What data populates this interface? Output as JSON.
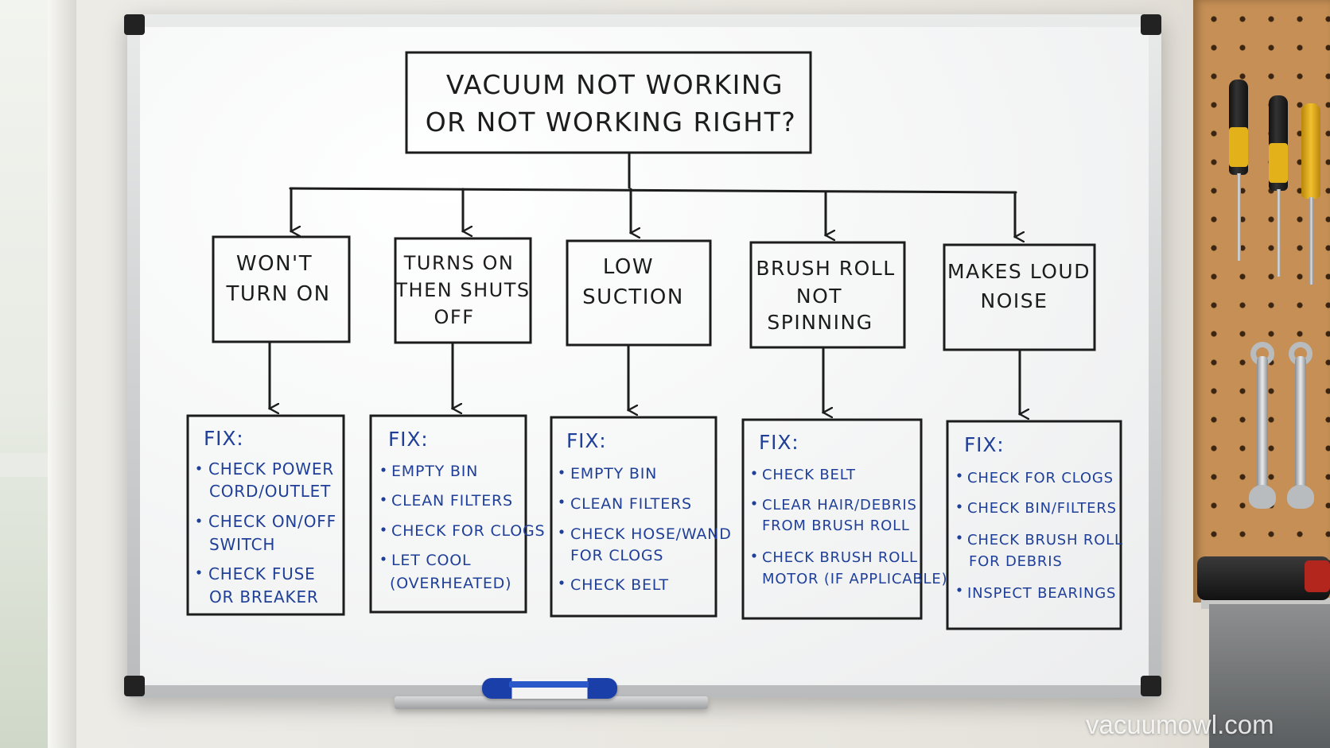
{
  "question": {
    "lines": [
      "VACUUM NOT WORKING",
      "OR NOT WORKING RIGHT?"
    ]
  },
  "categories": [
    {
      "title_lines": [
        "WON'T",
        "TURN ON"
      ],
      "fix_label": "FIX:",
      "fixes": [
        [
          "CHECK POWER",
          "CORD/OUTLET"
        ],
        [
          "CHECK ON/OFF",
          "SWITCH"
        ],
        [
          "CHECK FUSE",
          "OR BREAKER"
        ]
      ]
    },
    {
      "title_lines": [
        "TURNS ON",
        "THEN SHUTS",
        "OFF"
      ],
      "fix_label": "FIX:",
      "fixes": [
        [
          "EMPTY BIN"
        ],
        [
          "CLEAN FILTERS"
        ],
        [
          "CHECK FOR CLOGS"
        ],
        [
          "LET COOL",
          "(OVERHEATED)"
        ]
      ]
    },
    {
      "title_lines": [
        "LOW",
        "SUCTION"
      ],
      "fix_label": "FIX:",
      "fixes": [
        [
          "EMPTY BIN"
        ],
        [
          "CLEAN FILTERS"
        ],
        [
          "CHECK HOSE/WAND",
          "FOR CLOGS"
        ],
        [
          "CHECK BELT"
        ]
      ]
    },
    {
      "title_lines": [
        "BRUSH ROLL",
        "NOT",
        "SPINNING"
      ],
      "fix_label": "FIX:",
      "fixes": [
        [
          "CHECK BELT"
        ],
        [
          "CLEAR HAIR/DEBRIS",
          "FROM BRUSH ROLL"
        ],
        [
          "CHECK BRUSH ROLL",
          "MOTOR (IF APPLICABLE)"
        ]
      ]
    },
    {
      "title_lines": [
        "MAKES LOUD",
        "NOISE"
      ],
      "fix_label": "FIX:",
      "fixes": [
        [
          "CHECK FOR CLOGS"
        ],
        [
          "CHECK BIN/FILTERS"
        ],
        [
          "CHECK BRUSH ROLL",
          "FOR DEBRIS"
        ],
        [
          "INSPECT BEARINGS"
        ]
      ]
    }
  ],
  "watermark": "vacuumowl.com",
  "colors": {
    "ink_black": "#1c1c1c",
    "ink_blue": "#1f3f99"
  }
}
